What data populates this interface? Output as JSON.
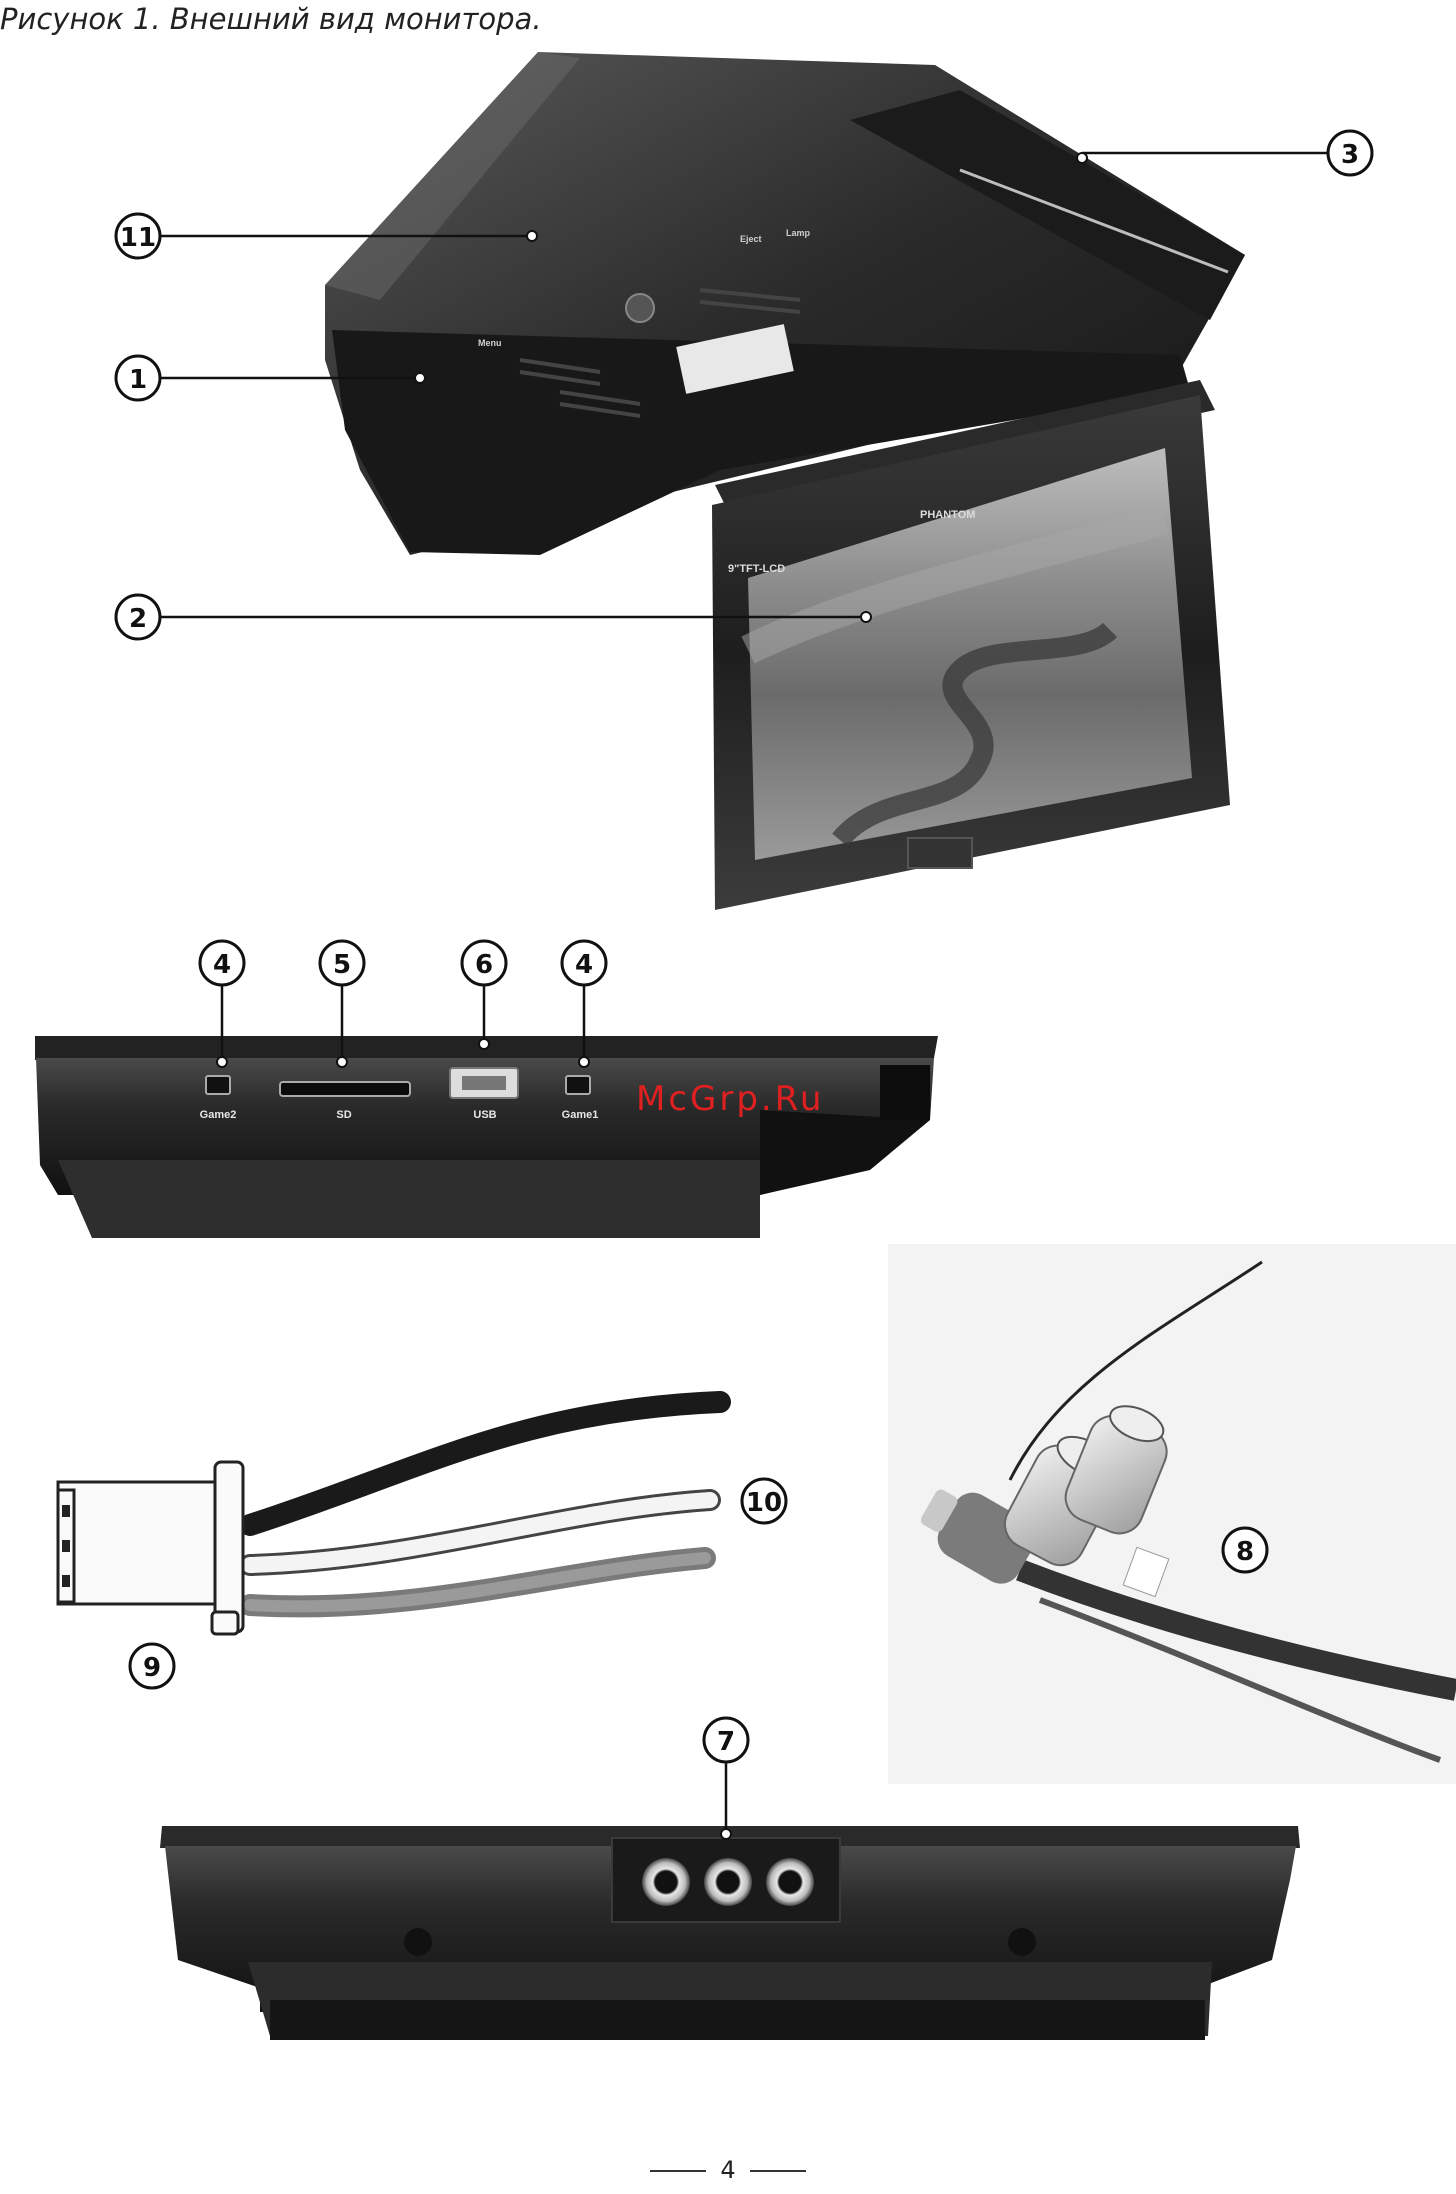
{
  "caption": "Рисунок 1. Внешний вид монитора.",
  "page_number": "4",
  "watermark": "McGrp.Ru",
  "brand": "PHANTOM",
  "screen_label": "9\"TFT-LCD",
  "callouts": {
    "c11": "11",
    "c1": "1",
    "c3": "3",
    "c2": "2",
    "c4a": "4",
    "c5": "5",
    "c6": "6",
    "c4b": "4",
    "c10": "10",
    "c8": "8",
    "c9": "9",
    "c7": "7"
  },
  "ports": {
    "game2": "Game2",
    "sd": "SD",
    "usb": "USB",
    "game1": "Game1"
  },
  "buttons": {
    "eject": "Eject",
    "lamp": "Lamp",
    "menu": "Menu"
  }
}
